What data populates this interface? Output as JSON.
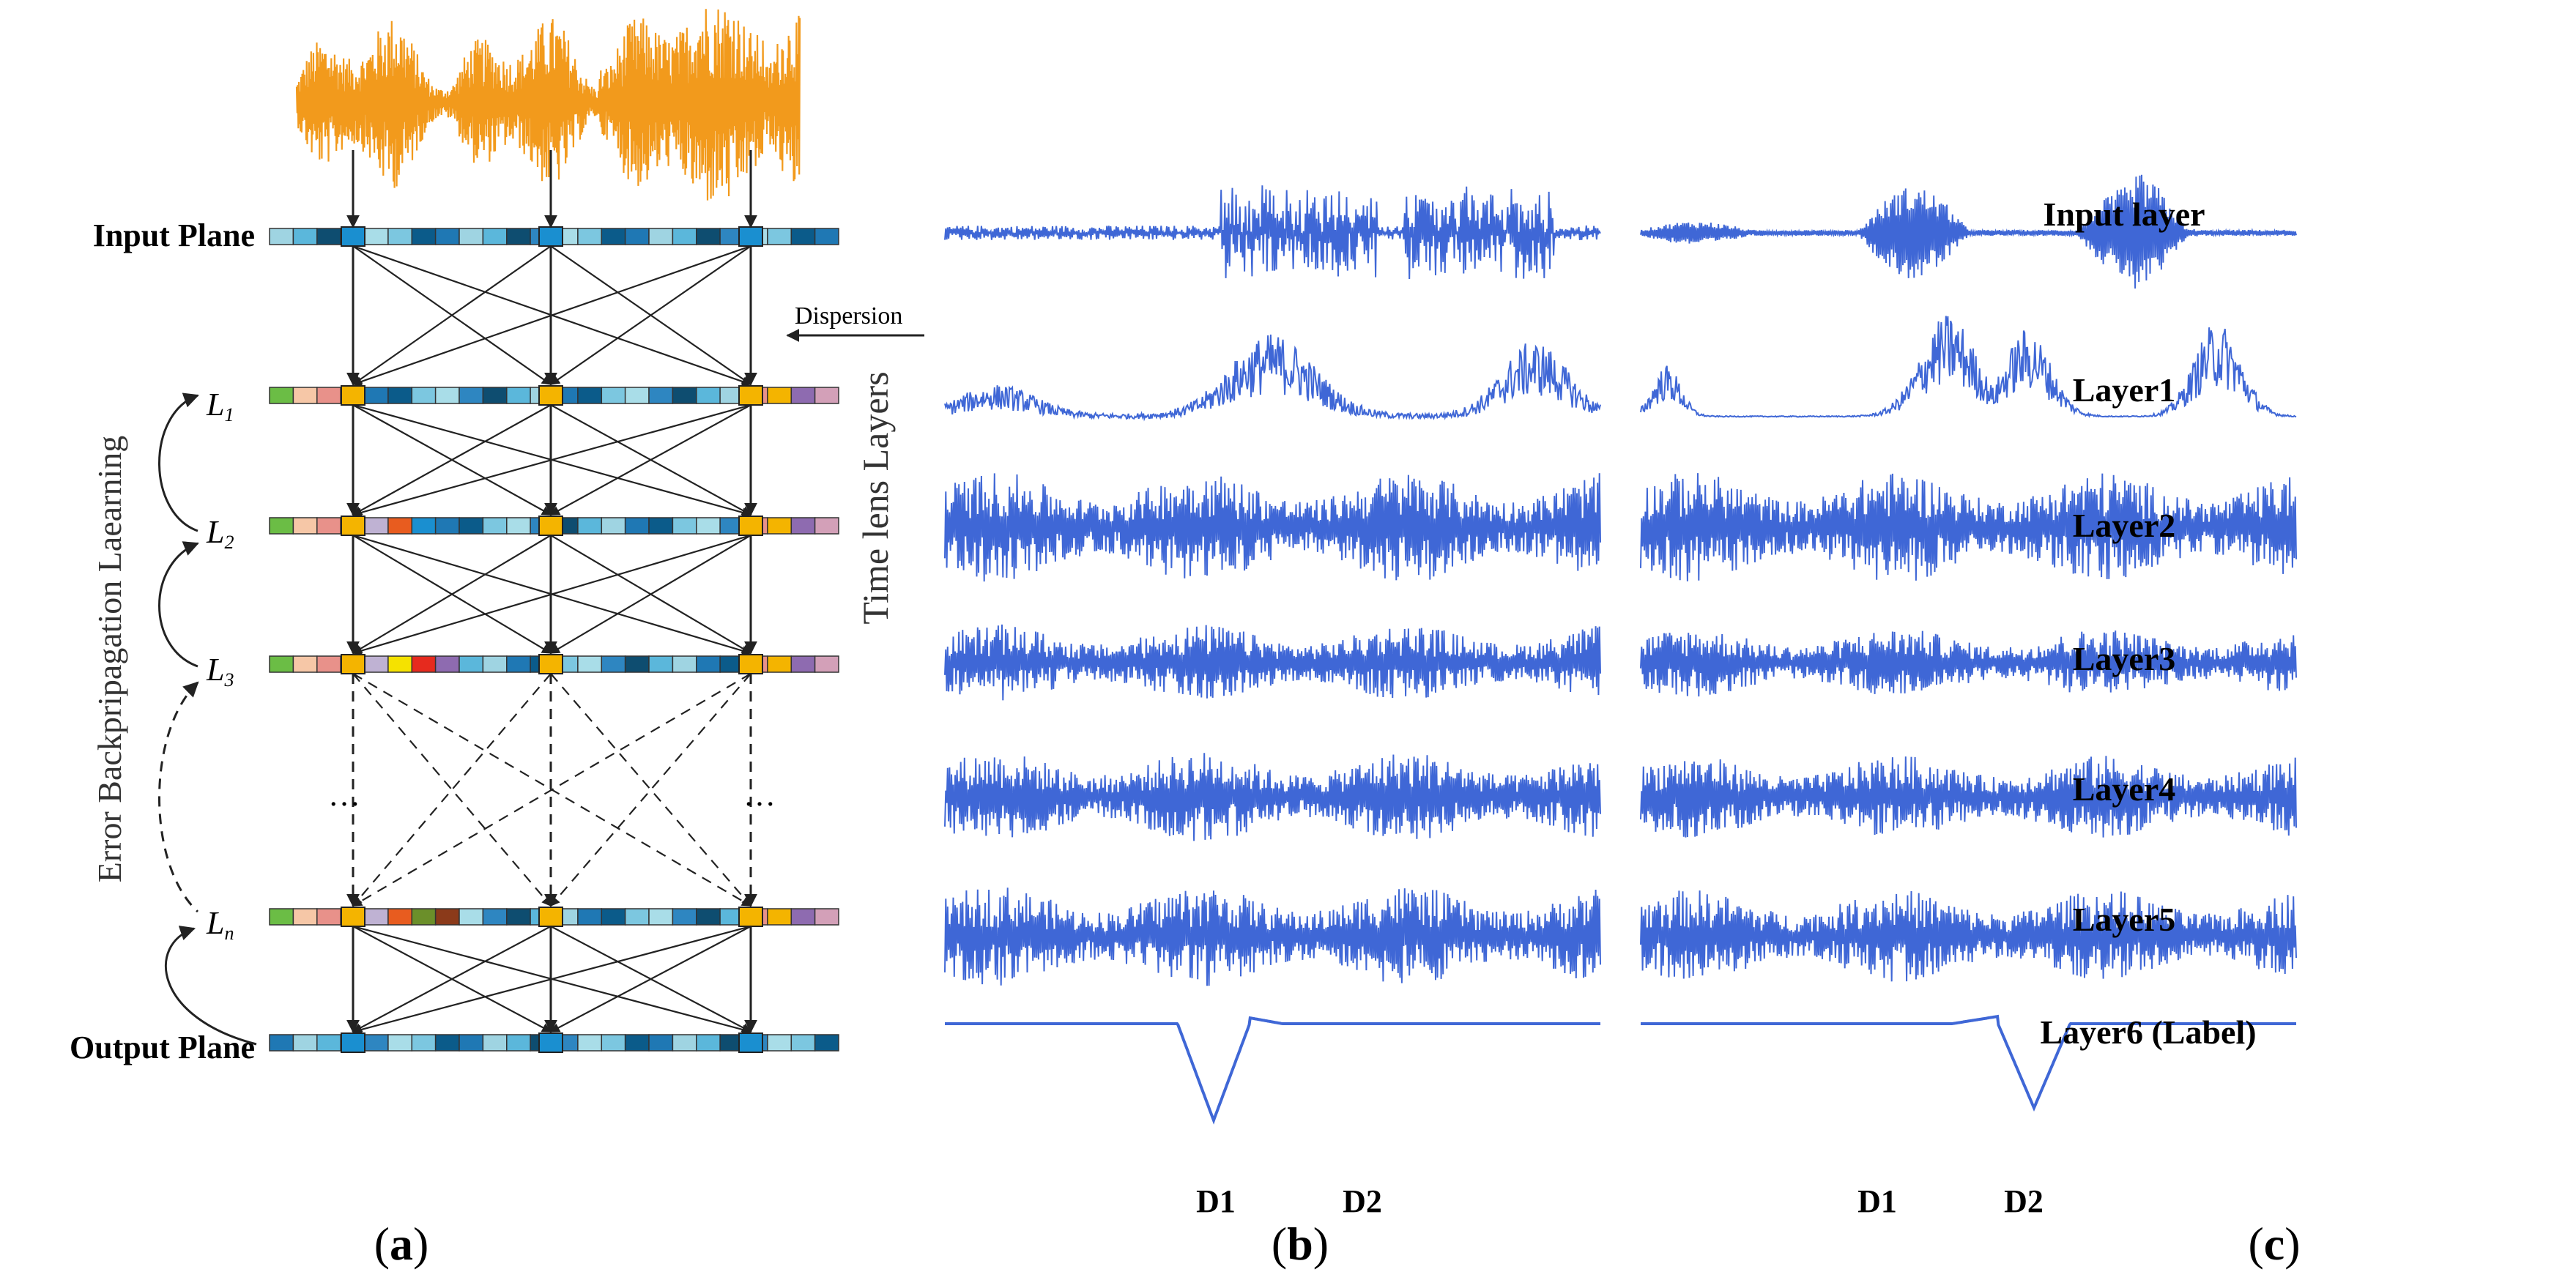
{
  "panel_a": {
    "input_plane_label": "Input Plane",
    "output_plane_label": "Output Plane",
    "dispersion_label": "Dispersion",
    "time_lens_label": "Time lens Layers",
    "backprop_label": "Error Backpripagation Laearning",
    "layer_labels": [
      {
        "main": "L",
        "sub": "1"
      },
      {
        "main": "L",
        "sub": "2"
      },
      {
        "main": "L",
        "sub": "3"
      },
      {
        "main": "L",
        "sub": "n"
      }
    ],
    "ellipsis": "…",
    "signal_color": "#f29a1c",
    "arrow_color": "#222222",
    "cell_palettes": {
      "plane": [
        "#9fd4e2",
        "#2e86c1",
        "#0b5b8a",
        "#5bb7db",
        "#a9dde8",
        "#1f78b4",
        "#0e4d70",
        "#7cc7e0"
      ],
      "layer1": [
        "#6bbd45",
        "#f6c7a7",
        "#e8918a",
        "#f4b400"
      ],
      "layer2": [
        "#6bbd45",
        "#f6c7a7",
        "#e8918a",
        "#f4b400",
        "#bfb2d3",
        "#e85c1f",
        "#1a8fd0"
      ],
      "layer3": [
        "#6bbd45",
        "#f6c7a7",
        "#e8918a",
        "#f4b400",
        "#bfb2d3",
        "#f5e200",
        "#e62a1e",
        "#8e6bb0"
      ],
      "layern": [
        "#6bbd45",
        "#f6c7a7",
        "#e8918a",
        "#f4b400",
        "#bfb2d3",
        "#e85c1f",
        "#6b8f2a",
        "#8b3a1a"
      ],
      "right_end": [
        "#e8918a",
        "#f4b400",
        "#8e6bb0",
        "#d3a0b8"
      ]
    }
  },
  "panel_b_c": {
    "wave_color": "#3f67d6",
    "row_labels": [
      "Input layer",
      "Layer1",
      "Layer2",
      "Layer3",
      "Layer4",
      "Layer5",
      "Layer6 (Label)"
    ],
    "panel_b_markers": [
      "D1",
      "D2"
    ],
    "panel_c_markers": [
      "D1",
      "D2"
    ]
  },
  "captions": {
    "a": {
      "open": "(",
      "letter": "a",
      "close": ")"
    },
    "b": {
      "open": "(",
      "letter": "b",
      "close": ")"
    },
    "c": {
      "open": "(",
      "letter": "c",
      "close": ")"
    }
  }
}
